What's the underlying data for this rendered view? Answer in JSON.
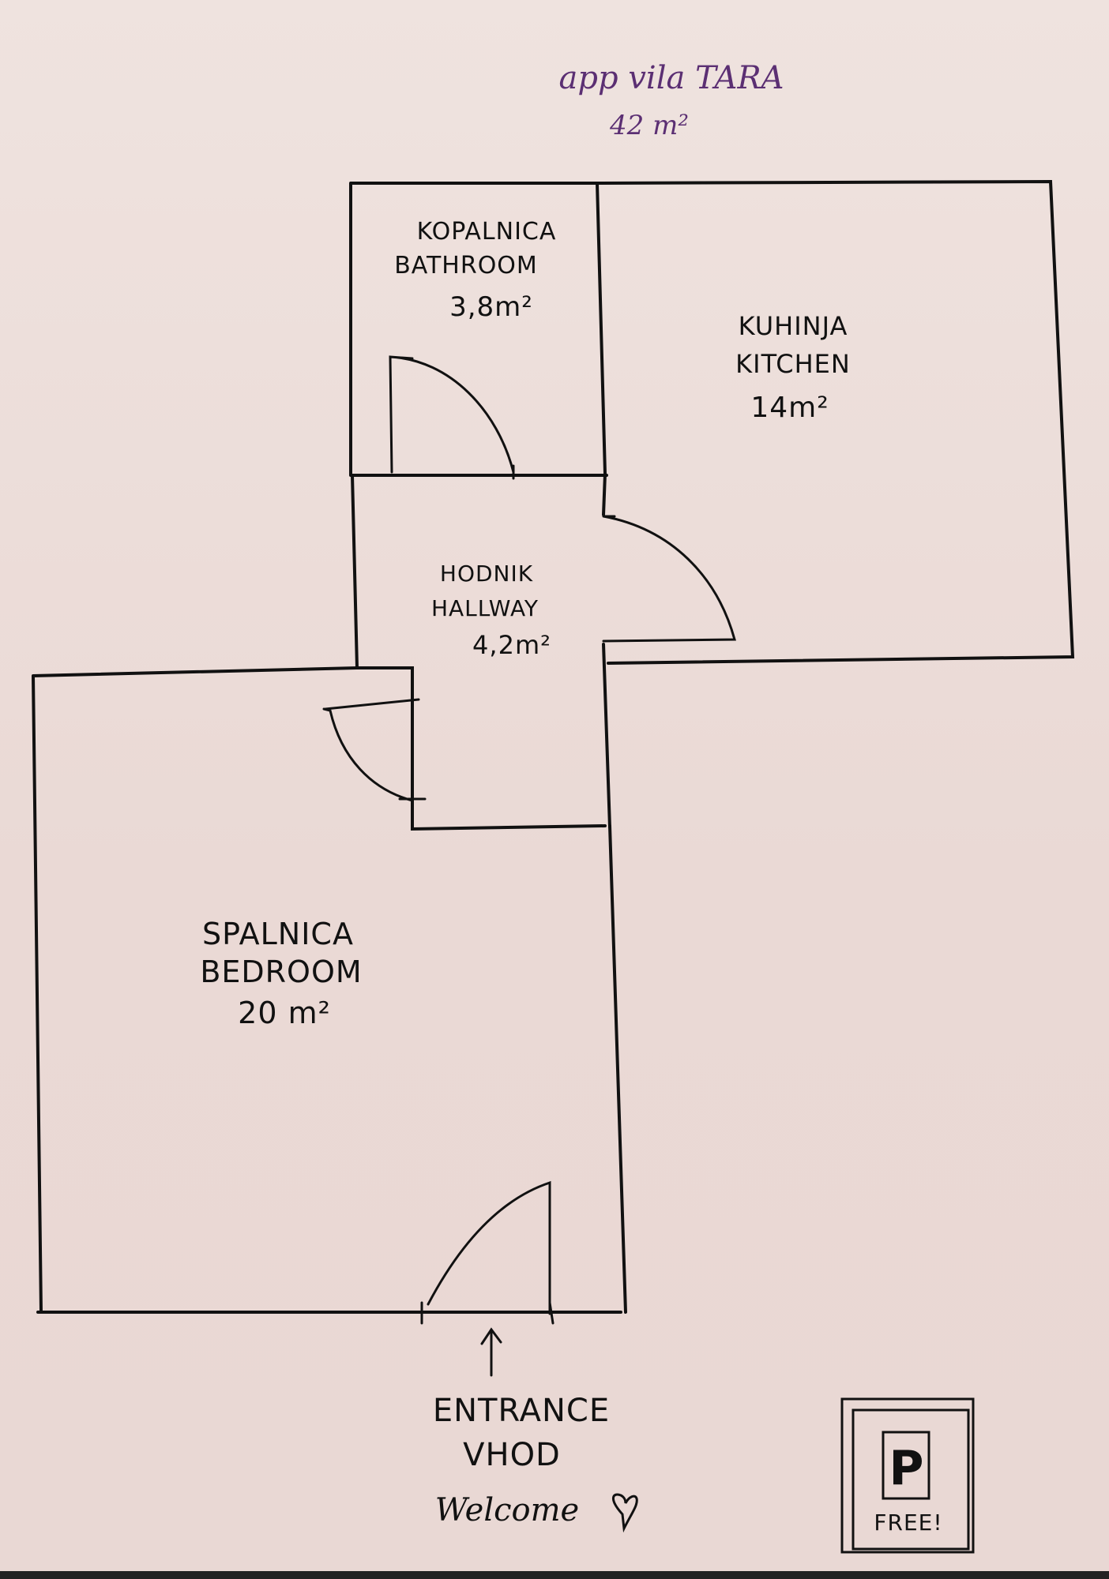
{
  "title": {
    "line1": "app vila TARA",
    "total_area": "42 m²"
  },
  "rooms": {
    "bathroom": {
      "name_local": "KOPALNICA",
      "name_en": "BATHROOM",
      "area": "3,8m²"
    },
    "kitchen": {
      "name_local": "KUHINJA",
      "name_en": "KITCHEN",
      "area": "14m²"
    },
    "hallway": {
      "name_local": "HODNIK",
      "name_en": "HALLWAY",
      "area": "4,2m²"
    },
    "bedroom": {
      "name_local": "SPALNICA",
      "name_en": "BEDROOM",
      "area": "20 m²"
    }
  },
  "entrance": {
    "label_en": "ENTRANCE",
    "label_local": "VHOD"
  },
  "welcome": "Welcome",
  "parking": {
    "symbol": "P",
    "label": "FREE!"
  },
  "colors": {
    "paper": "#ecdcd8",
    "ink": "#111111",
    "title_ink": "#5b2f73"
  }
}
